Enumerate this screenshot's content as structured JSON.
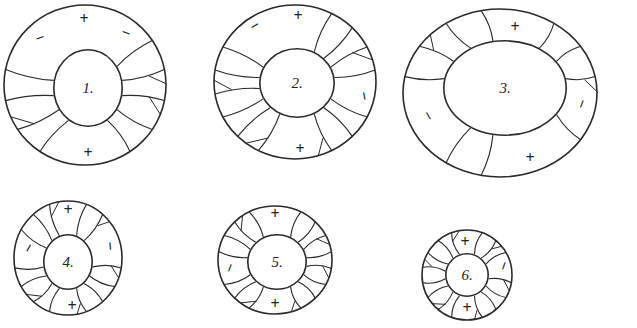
{
  "diagram": {
    "nodes": [
      {
        "text": [
          "1."
        ]
      },
      {
        "text": [
          "2."
        ]
      },
      {
        "text": [
          "3."
        ]
      },
      {
        "text": [
          "4."
        ]
      },
      {
        "text": [
          "5."
        ]
      },
      {
        "text": [
          "6."
        ]
      }
    ],
    "labels": [
      "−",
      "+",
      "−",
      "+",
      "−",
      "+",
      "−",
      "+",
      "+",
      "−",
      "−",
      "+",
      "+",
      "−",
      "−",
      "+",
      "+",
      "−",
      "+",
      "+",
      "−",
      "+"
    ]
  }
}
